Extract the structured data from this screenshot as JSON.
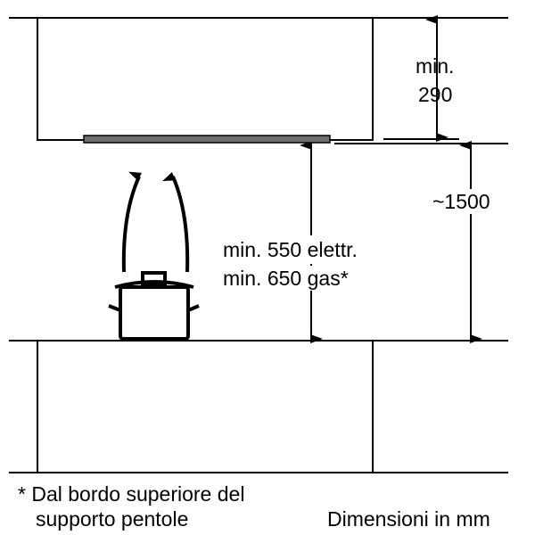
{
  "dimensions": {
    "top_clearance": [
      "min.",
      "290"
    ],
    "total_height": "~1500",
    "hob_clearance": [
      "min. 550 elettr.",
      "min. 650 gas*"
    ]
  },
  "footnote": [
    "* Dal bordo superiore del",
    "supporto pentole"
  ],
  "units_note": "Dimensioni in mm",
  "colors": {
    "line": "#000000",
    "hood": "#6e6e6e"
  }
}
